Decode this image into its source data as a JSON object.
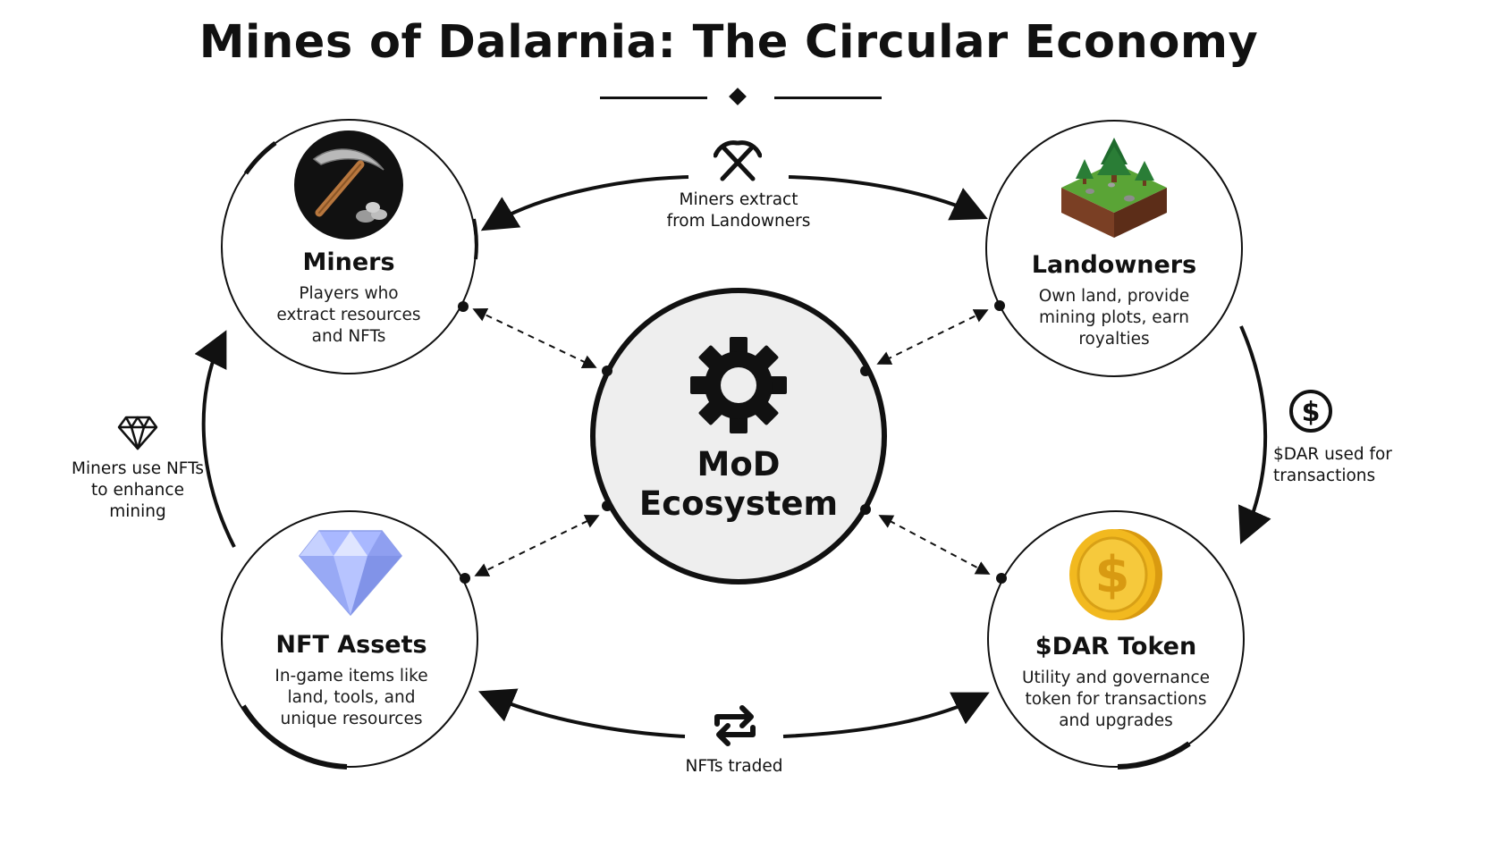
{
  "header": {
    "title": "Mines of Dalarnia: The Circular Economy"
  },
  "center": {
    "line1": "MoD",
    "line2": "Ecosystem",
    "icon": "gear-icon"
  },
  "nodes": {
    "miners": {
      "title": "Miners",
      "description_lines": [
        "Players who",
        "extract resources",
        "and NFTs"
      ],
      "icon": "pickaxe-icon"
    },
    "landowners": {
      "title": "Landowners",
      "description_lines": [
        "Own land, provide",
        "mining plots, earn",
        "royalties"
      ],
      "icon": "land-plot-icon"
    },
    "nft_assets": {
      "title": "NFT Assets",
      "description_lines": [
        "In-game items like",
        "land, tools, and",
        "unique resources"
      ],
      "icon": "diamond-gem-icon"
    },
    "dar_token": {
      "title": "$DAR Token",
      "description_lines": [
        "Utility and governance",
        "token for transactions",
        "and upgrades"
      ],
      "icon": "gold-coin-icon"
    }
  },
  "flows": {
    "top": {
      "lines": [
        "Miners extract",
        "from Landowners"
      ],
      "icon": "crossed-pickaxes-icon"
    },
    "right": {
      "lines": [
        "$DAR used for",
        "transactions"
      ],
      "icon": "dollar-circle-icon"
    },
    "bottom": {
      "lines": [
        "NFTs traded"
      ],
      "icon": "swap-arrows-icon"
    },
    "left": {
      "lines": [
        "Miners use NFTs",
        "to enhance",
        "mining"
      ],
      "icon": "diamond-outline-icon"
    }
  },
  "colors": {
    "ink": "#111111",
    "center_fill": "#eeeeee",
    "gem": "#a9b8ff",
    "coin": "#f2b91f",
    "grass": "#5aa436",
    "soil": "#7a3f24"
  }
}
